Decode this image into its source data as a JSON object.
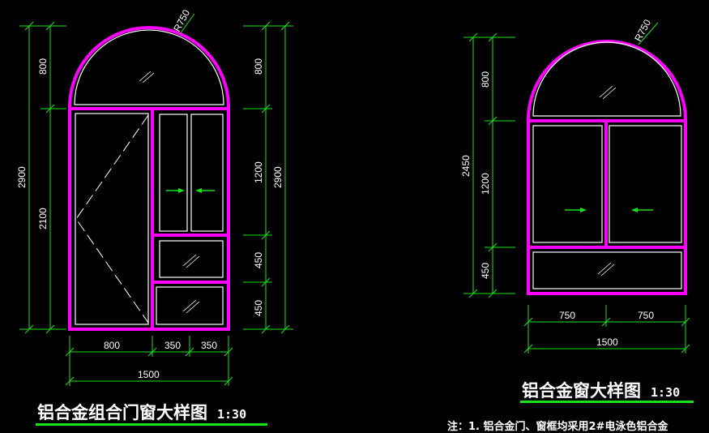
{
  "colors": {
    "frame": "#ff00ff",
    "dimension": "#19e219",
    "text": "#ffffff",
    "glass": "#ffffff"
  },
  "left_drawing": {
    "radius_label": "R750",
    "left_dims": {
      "total": "2900",
      "arch": "800",
      "door": "2100"
    },
    "right_dims": {
      "total": "2900",
      "arch": "800",
      "upper": "1200",
      "mid": "450",
      "low": "450"
    },
    "bottom_dims": {
      "a": "800",
      "b": "350",
      "c": "350",
      "total": "1500"
    },
    "title": "铝合金组合门窗大样图",
    "scale": "1:30"
  },
  "right_drawing": {
    "radius_label": "R750",
    "left_dims": {
      "total": "2450",
      "arch": "800",
      "mid": "1200",
      "low": "450"
    },
    "bottom_dims": {
      "a": "750",
      "b": "750",
      "total": "1500"
    },
    "title": "铝合金窗大样图",
    "scale": "1:30"
  },
  "note": "注：1. 铝合金门、窗框均采用2#电泳色铝合金"
}
